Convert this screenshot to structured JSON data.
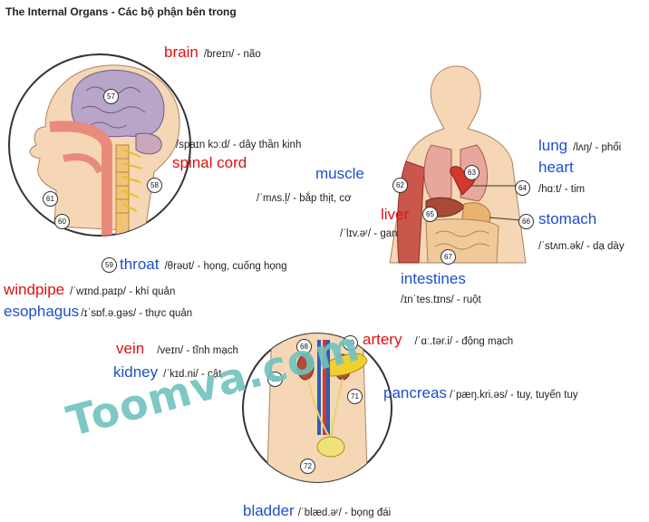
{
  "title": "The Internal Organs - Các bộ phận bên trong",
  "terms": {
    "brain": {
      "word": "brain",
      "phon": "/breɪn/ - não",
      "color": "#e01010"
    },
    "spinal_cord": {
      "word": "spinal cord",
      "phon": "/spaɪn kɔːd/ - dây thần kinh",
      "color": "#e01010"
    },
    "throat": {
      "word": "throat",
      "phon": "/θrəʊt/ - họng, cuống họng",
      "color": "#1f4fc8"
    },
    "windpipe": {
      "word": "windpipe",
      "phon": "/ˈwɪnd.paɪp/ - khí quản",
      "color": "#e01010"
    },
    "esophagus": {
      "word": "esophagus",
      "phon": "/ɪˈsɒf.ə.gəs/ - thực quản",
      "color": "#1f4fc8"
    },
    "muscle": {
      "word": "muscle",
      "phon": "/ˈmʌs.l̩/ - bắp thịt, cơ",
      "color": "#1f4fc8"
    },
    "liver": {
      "word": "liver",
      "phon": "/ˈlɪv.əʳ/ - gan",
      "color": "#e01010"
    },
    "intestines": {
      "word": "intestines",
      "phon": "/ɪnˈtes.tɪns/ - ruột",
      "color": "#1f4fc8"
    },
    "lung": {
      "word": "lung",
      "phon": "/lʌŋ/ - phổi",
      "color": "#1f4fc8"
    },
    "heart": {
      "word": "heart",
      "phon": "/hɑːt/ - tim",
      "color": "#1f4fc8"
    },
    "stomach": {
      "word": "stomach",
      "phon": "/ˈstʌm.ək/ - dạ dày",
      "color": "#1f4fc8"
    },
    "vein": {
      "word": "vein",
      "phon": "/veɪn/ - tĩnh mạch",
      "color": "#e01010"
    },
    "kidney": {
      "word": "kidney",
      "phon": "/ˈkɪd.ni/ - cật",
      "color": "#1f4fc8"
    },
    "artery": {
      "word": "artery",
      "phon": "/ˈɑː.tər.i/ - động mạch",
      "color": "#e01010"
    },
    "pancreas": {
      "word": "pancreas",
      "phon": "/ˈpæŋ.kri.əs/ - tuy, tuyến tuy",
      "color": "#1f4fc8"
    },
    "bladder": {
      "word": "bladder",
      "phon": "/ˈblæd.əʳ/ - bọng đái",
      "color": "#1f4fc8"
    }
  },
  "numbers": {
    "n57": "57",
    "n58": "58",
    "n59": "59",
    "n60": "60",
    "n61": "61",
    "n62": "62",
    "n63": "63",
    "n64": "64",
    "n65": "65",
    "n66": "66",
    "n67": "67",
    "n68": "68",
    "n69": "69",
    "n70": "70",
    "n71": "71",
    "n72": "72"
  },
  "watermark": "Toomva.com"
}
